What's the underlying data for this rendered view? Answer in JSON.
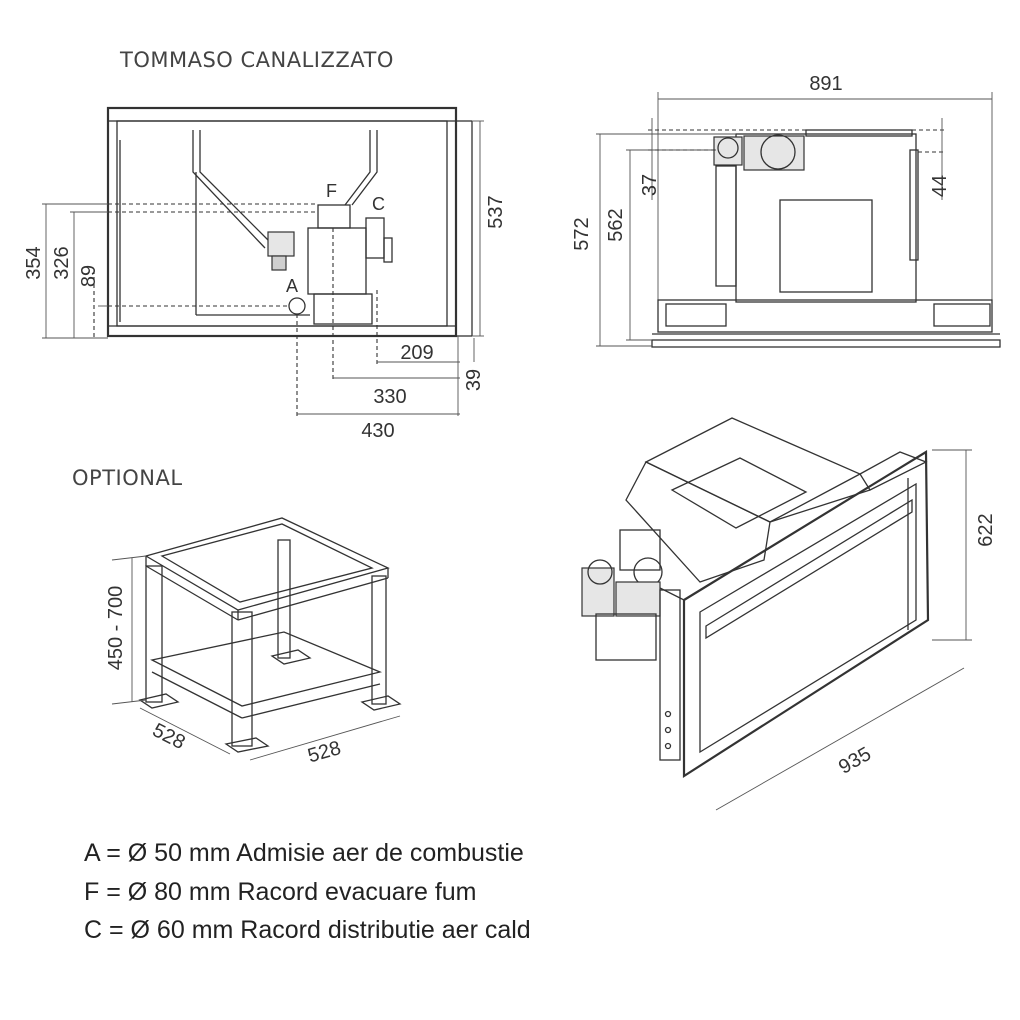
{
  "titles": {
    "main": "TOMMASO CANALIZZATO",
    "optional": "OPTIONAL"
  },
  "front_view": {
    "dims": {
      "height_total": "537",
      "a_height": "354",
      "b_height": "326",
      "c_height": "89",
      "offset_209": "209",
      "offset_330": "330",
      "offset_430": "430",
      "offset_39": "39"
    },
    "labels": {
      "A": "A",
      "F": "F",
      "C": "C"
    }
  },
  "side_view": {
    "dims": {
      "width": "891",
      "height_572": "572",
      "height_562": "562",
      "top_37": "37",
      "top_44": "44"
    }
  },
  "stand": {
    "dims": {
      "height": "450 - 700",
      "depth": "528",
      "width": "528"
    }
  },
  "iso_view": {
    "dims": {
      "height": "622",
      "width": "935"
    }
  },
  "legend": [
    "A = Ø 50 mm Admisie aer de combustie",
    "F = Ø 80 mm Racord evacuare fum",
    "C = Ø 60 mm Racord distributie aer cald"
  ]
}
